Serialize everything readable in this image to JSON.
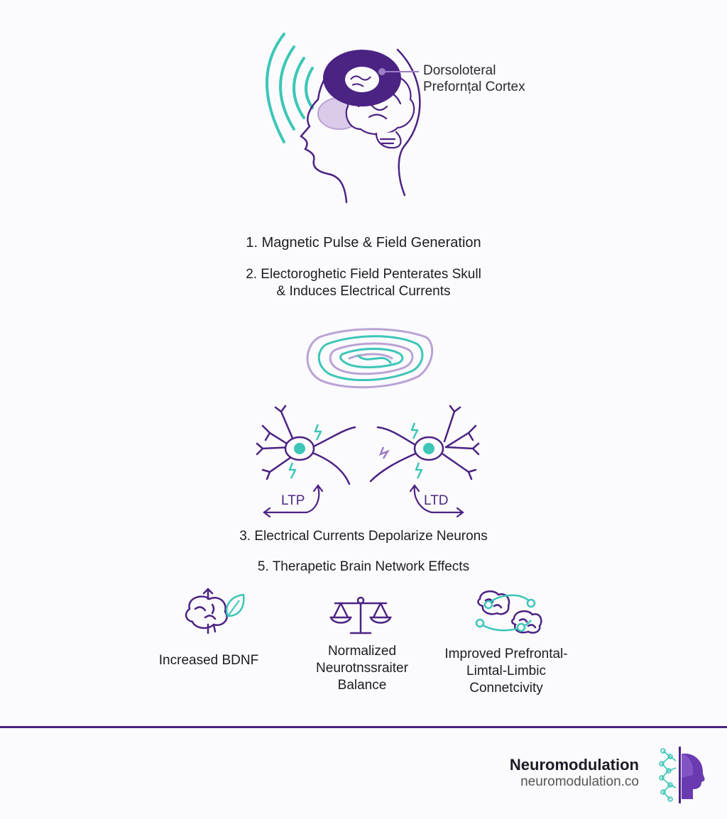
{
  "header": {
    "target_label_line1": "Dorsoloteral",
    "target_label_line2": "Prefornțal Cortex"
  },
  "steps": {
    "step1": "1. Magnetic Pulse & Field Generation",
    "step2_line1": "2. Electoroghetic Field Penterates Skull",
    "step2_line2": "& Induces Electrical Currents",
    "step3": "3. Electrical Currents Depolarize Neurons",
    "step5_prefix": "5. Therapetic",
    "step5_suffix": " Brain Network Effects"
  },
  "plasticity": {
    "ltp": "LTP",
    "ltd": "LTD"
  },
  "effects": [
    {
      "icon": "brain-leaf-icon",
      "lines": [
        "Increased BDNF"
      ]
    },
    {
      "icon": "balance-scale-icon",
      "lines": [
        "Normalized",
        "Neurotnssraiter",
        "Balance"
      ]
    },
    {
      "icon": "connected-brains-icon",
      "lines": [
        "Improved Prefrontal-",
        "Limtal-Limbic",
        "Connetcivity"
      ]
    }
  ],
  "footer": {
    "brand": "Neuromodulation",
    "url": "neuromodulation.co"
  },
  "colors": {
    "purple": "#4b2383",
    "teal": "#3cc6b8",
    "lavender": "#b9a3d6"
  }
}
